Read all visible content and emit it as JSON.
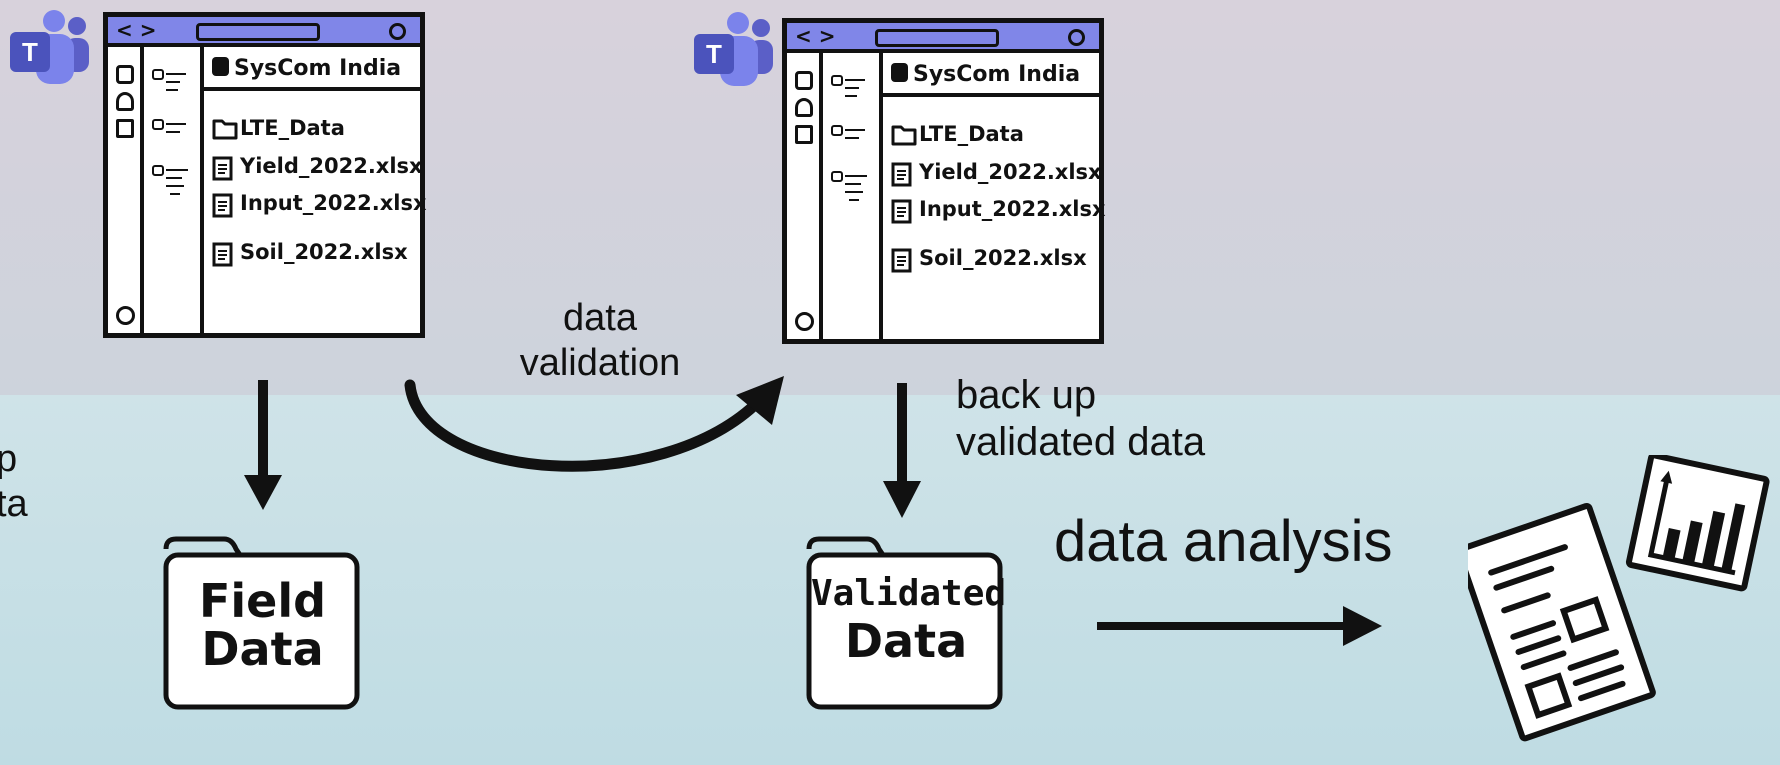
{
  "colors": {
    "teams_purple": "#6264a7",
    "titlebar": "#8086e8",
    "background_top": "#d8d2dc",
    "background_bottom": "#bfdce3"
  },
  "teams_icon": {
    "letter": "T",
    "icon": "microsoft-teams-icon"
  },
  "window_a": {
    "nav": "< >",
    "team_name": "SysCom India",
    "folder": "LTE_Data",
    "files": [
      "Yield_2022.xlsx",
      "Input_2022.xlsx",
      "Soil_2022.xlsx"
    ]
  },
  "window_b": {
    "nav": "< >",
    "team_name": "SysCom India",
    "folder": "LTE_Data",
    "files": [
      "Yield_2022.xlsx",
      "Input_2022.xlsx",
      "Soil_2022.xlsx"
    ]
  },
  "labels": {
    "left_cut_line1": "p",
    "left_cut_line2": "ta",
    "validation_line1": "data",
    "validation_line2": "validation",
    "backup_line1": "back up",
    "backup_line2": "validated data",
    "analysis": "data analysis"
  },
  "folders": {
    "field_line1": "Field",
    "field_line2": "Data",
    "validated_line1": "Validated",
    "validated_line2": "Data"
  }
}
